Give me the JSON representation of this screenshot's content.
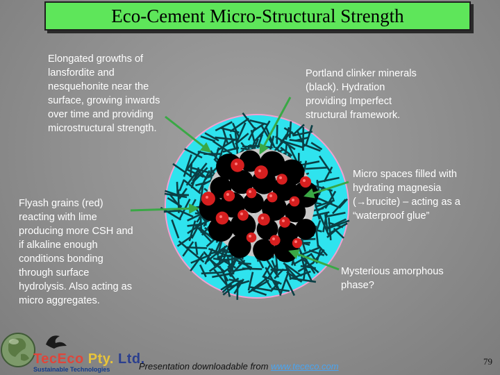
{
  "title": "Eco-Cement Micro-Structural Strength",
  "annotations": {
    "top_left": [
      "Elongated growths of",
      "lansfordite and",
      "nesquehonite near the",
      "surface, growing inwards",
      "over time and providing",
      "microstructural strength."
    ],
    "top_right": [
      "Portland clinker minerals",
      "(black). Hydration",
      "providing Imperfect",
      "structural framework."
    ],
    "mid_right": [
      "Micro spaces filled with",
      "hydrating magnesia",
      "(→brucite) – acting as a",
      "“waterproof glue”"
    ],
    "left": [
      "Flyash grains (red)",
      "reacting with lime",
      "producing more CSH and",
      "if alkaline enough",
      "conditions bonding",
      "through surface",
      "hydrolysis. Also acting as",
      "micro aggregates."
    ],
    "bottom_right": [
      "Mysterious amorphous",
      "phase?"
    ]
  },
  "footer": {
    "prefix": "Presentation downloadable from ",
    "link": "www.tececo.com"
  },
  "page_number": "79",
  "logo": {
    "part1": "TecEco",
    "part2": " Pty.",
    "part3": " Ltd.",
    "subtitle": "Sustainable Technologies"
  },
  "colors": {
    "title_bg": "#5ee65a",
    "arrow": "#3aa845",
    "crystal": "#2fe3ee",
    "flyash": "#d61f1f",
    "clinker": "#000000",
    "brucite": "#e9e9e9"
  },
  "icons": [
    "globe-icon",
    "bird-icon"
  ]
}
